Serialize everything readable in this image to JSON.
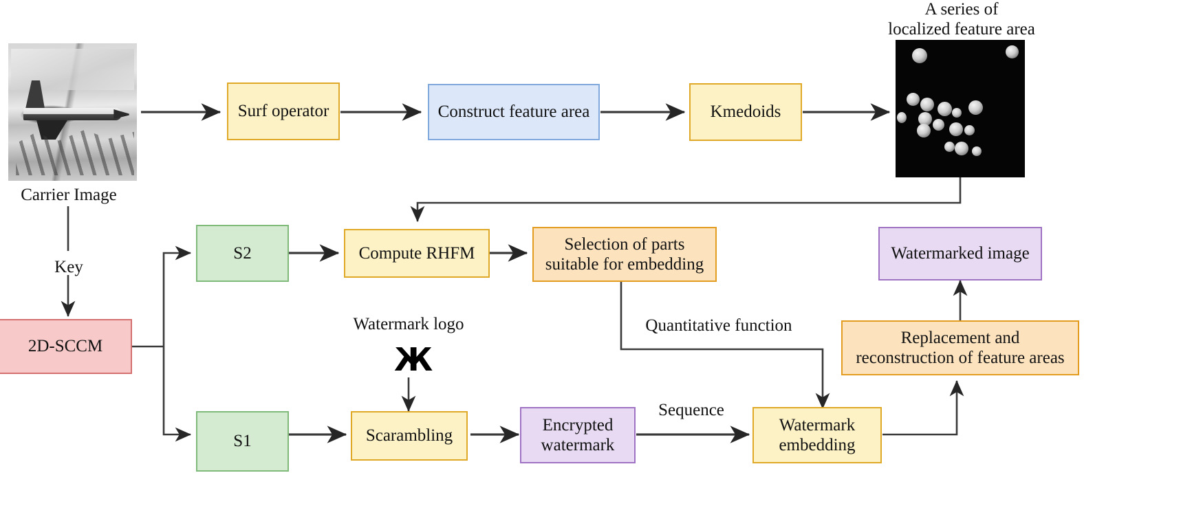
{
  "diagram": {
    "title": "Watermark embedding framework flowchart",
    "labels": {
      "carrier_image": "Carrier Image",
      "key": "Key",
      "series_localized": "A series of\nlocalized feature area",
      "watermark_logo": "Watermark logo",
      "logo_glyph": "Ж",
      "quantitative_function": "Quantitative function",
      "sequence": "Sequence"
    },
    "nodes": [
      {
        "id": "surf_operator",
        "label": "Surf operator",
        "fill": "#FCF2C5",
        "stroke": "#E0A827"
      },
      {
        "id": "construct_area",
        "label": "Construct feature area",
        "fill": "#DCE8FA",
        "stroke": "#7FA8DC"
      },
      {
        "id": "kmedoids",
        "label": "Kmedoids",
        "fill": "#FCF2C5",
        "stroke": "#E0A827"
      },
      {
        "id": "s2",
        "label": "S2",
        "fill": "#D4EBD2",
        "stroke": "#7FBA7A"
      },
      {
        "id": "compute_rhfm",
        "label": "Compute RHFM",
        "fill": "#FCF2C5",
        "stroke": "#E0A827"
      },
      {
        "id": "selection_parts",
        "label": "Selection of parts\nsuitable for embedding",
        "fill": "#FCE3BE",
        "stroke": "#E39B20"
      },
      {
        "id": "watermarked_img",
        "label": "Watermarked image",
        "fill": "#E7DAF2",
        "stroke": "#A munch"
      },
      {
        "id": "replacement",
        "label": "Replacement and\nreconstruction of feature areas",
        "fill": "#FCE3BE",
        "stroke": "#E39B20"
      },
      {
        "id": "scrambling",
        "label": "Scarambling",
        "fill": "#FCF2C5",
        "stroke": "#E0A827"
      },
      {
        "id": "encrypted_wm",
        "label": "Encrypted\nwatermark",
        "fill": "#E7DAF2",
        "stroke": "#A072C4"
      },
      {
        "id": "s1",
        "label": "S1",
        "fill": "#D4EBD2",
        "stroke": "#7FBA7A"
      },
      {
        "id": "wm_embedding",
        "label": "Watermark\nembedding",
        "fill": "#FCF2C5",
        "stroke": "#E0A827"
      },
      {
        "id": "sccm",
        "label": "2D-SCCM",
        "fill": "#F8C9C9",
        "stroke": "#D4706F"
      }
    ],
    "node_labels": {
      "surf_operator": "Surf operator",
      "construct_area": "Construct feature area",
      "kmedoids": "Kmedoids",
      "s2": "S2",
      "compute_rhfm": "Compute RHFM",
      "selection_parts": "Selection of parts\nsuitable for embedding",
      "watermarked_img": "Watermarked image",
      "replacement": "Replacement and\nreconstruction of feature areas",
      "scrambling": "Scarambling",
      "encrypted_wm": "Encrypted\nwatermark",
      "s1": "S1",
      "wm_embedding": "Watermark\nembedding",
      "sccm": "2D-SCCM"
    },
    "colors": {
      "yellow_fill": "#FCF2C5",
      "yellow_stroke": "#E0A827",
      "blue_fill": "#DCE8FA",
      "blue_stroke": "#7FA8DC",
      "green_fill": "#D4EBD2",
      "green_stroke": "#7FBA7A",
      "orange_fill": "#FCE3BE",
      "orange_stroke": "#E39B20",
      "purple_fill": "#E7DAF2",
      "purple_stroke": "#A072C4",
      "red_fill": "#F8C9C9",
      "red_stroke": "#D4706F",
      "arrow": "#3a3a3a"
    }
  }
}
